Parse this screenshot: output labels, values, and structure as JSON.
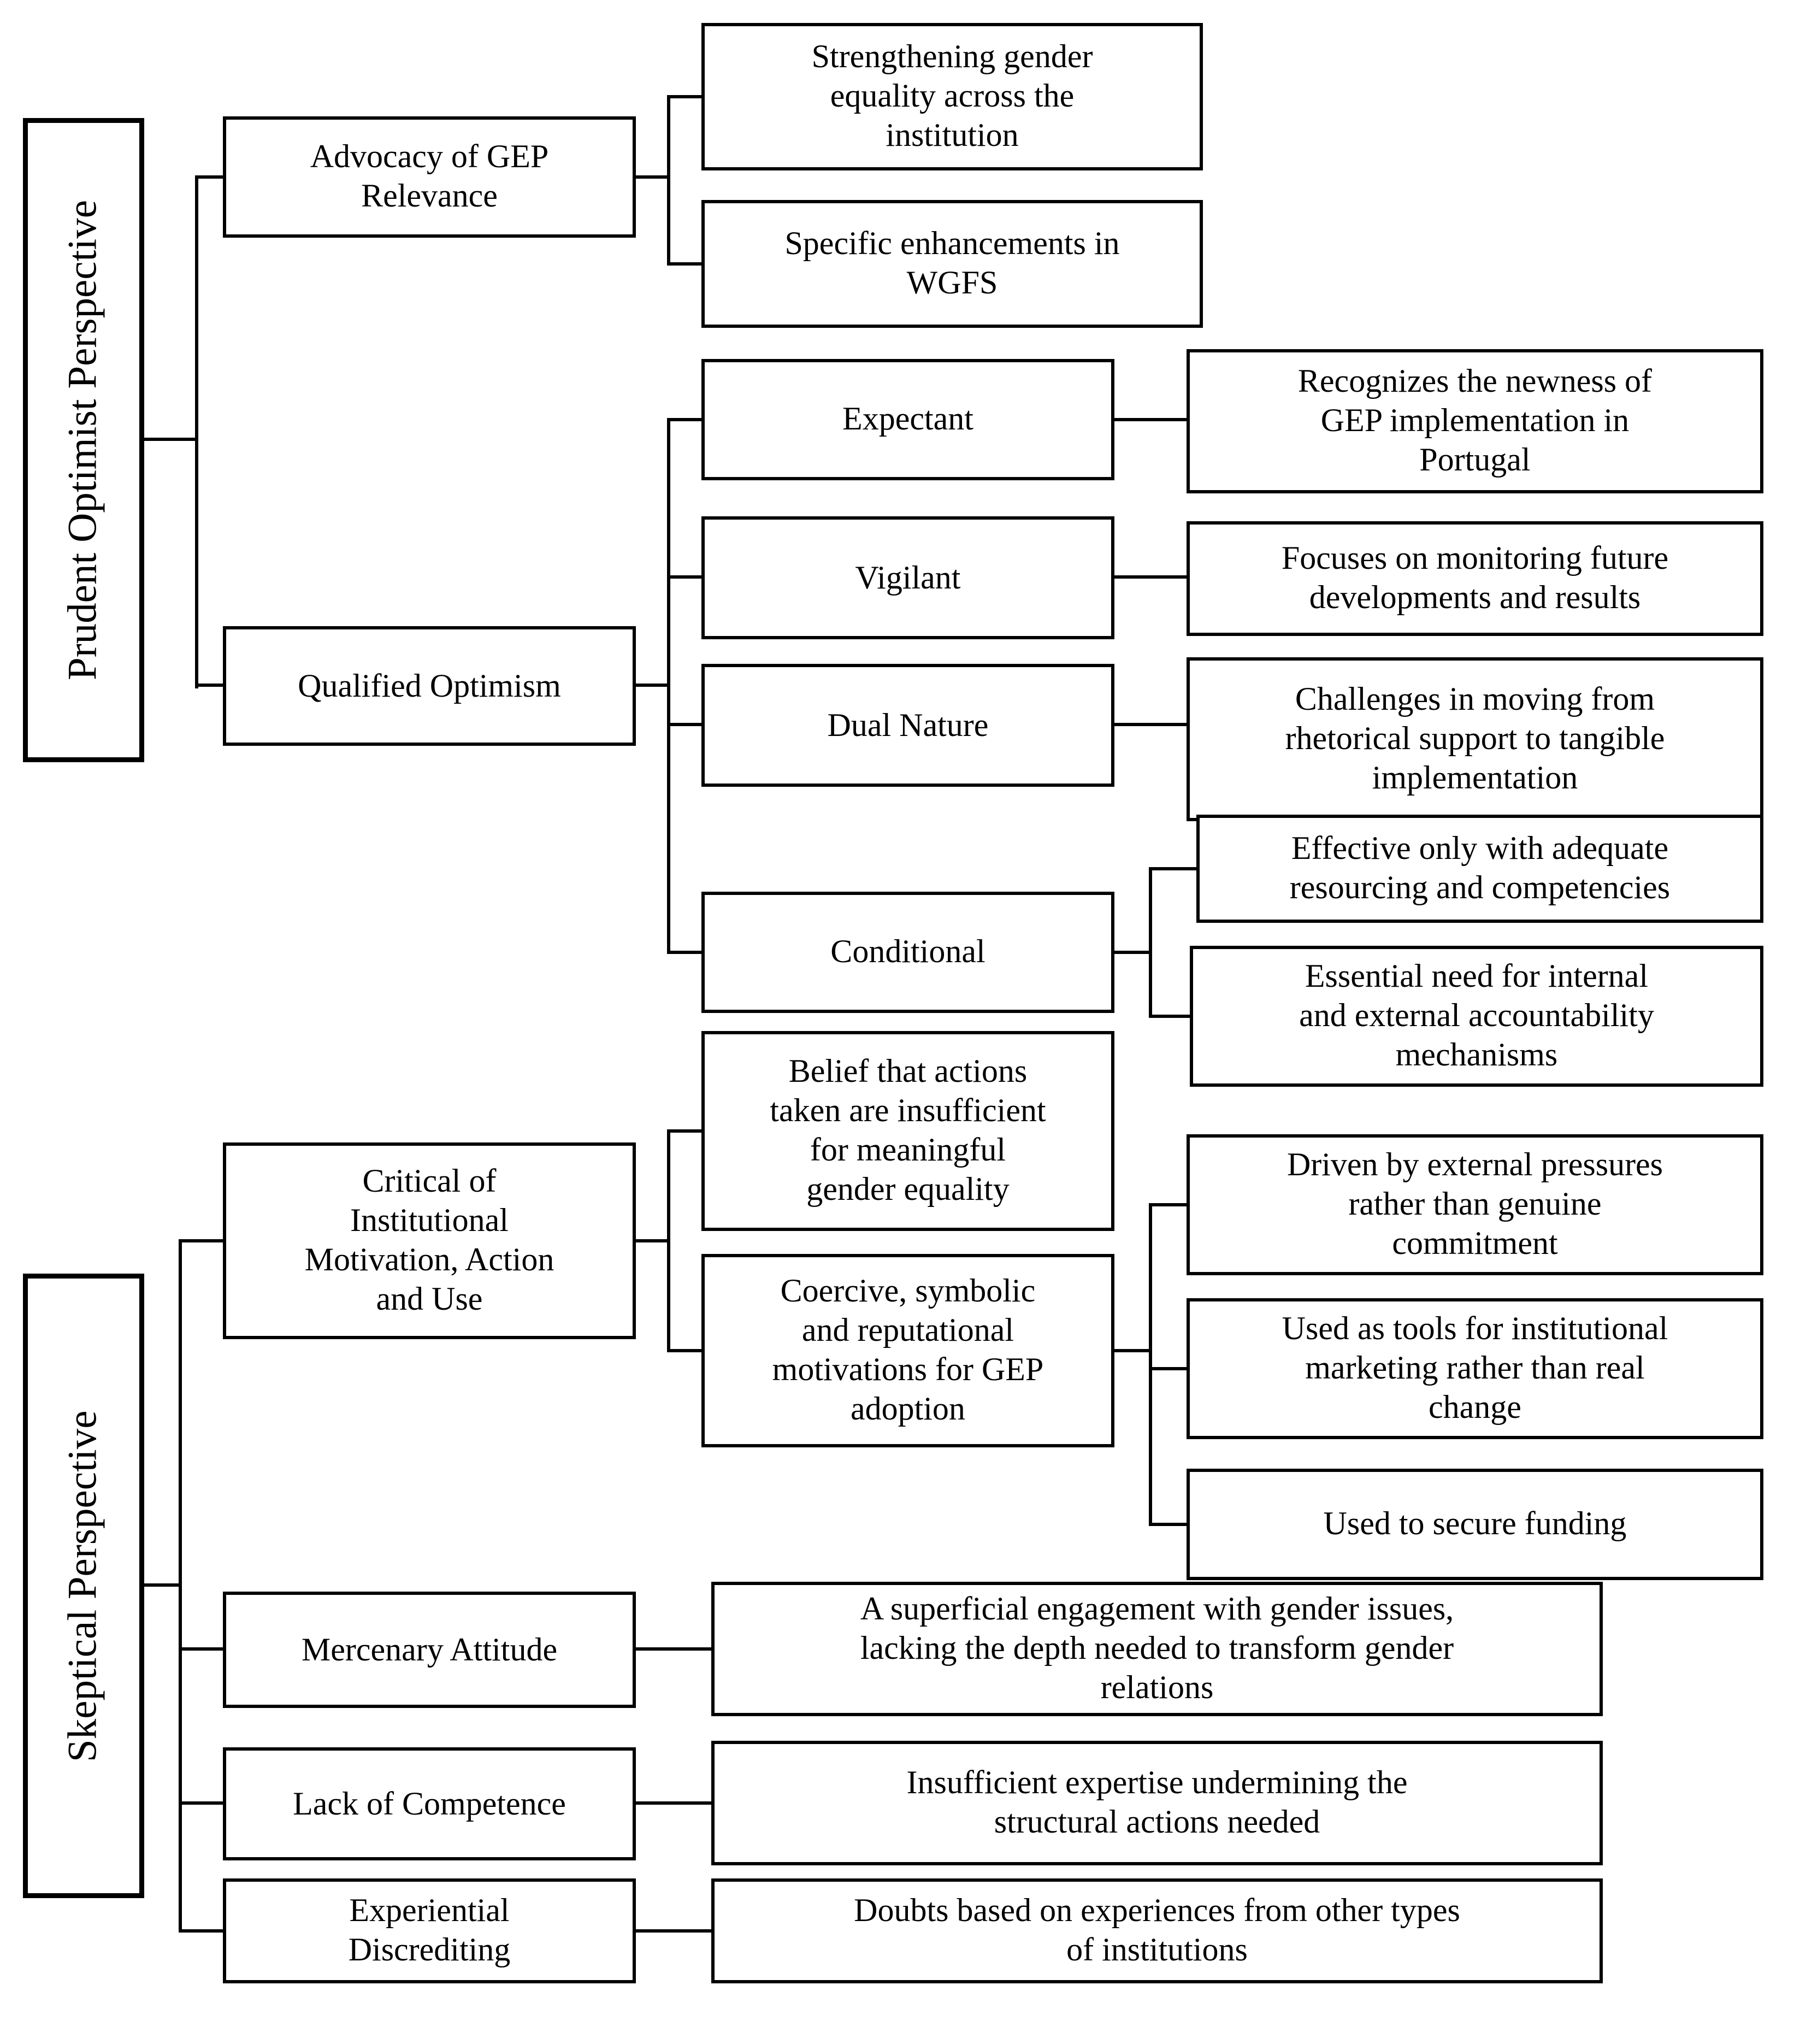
{
  "diagram": {
    "colors": {
      "line": "#000000",
      "box_border": "#000000",
      "background": "#ffffff",
      "text": "#000000"
    },
    "optimist": {
      "perspective": "Prudent Optimist Perspective",
      "advocacy": "Advocacy of GEP\nRelevance",
      "strengthening": "Strengthening gender\nequality across the\ninstitution",
      "specific": "Specific enhancements in\nWGFS",
      "qualified": "Qualified Optimism",
      "expectant": "Expectant",
      "recognizes": "Recognizes the newness of\nGEP implementation in\nPortugal",
      "vigilant": "Vigilant",
      "focuses": "Focuses on monitoring future\ndevelopments and results",
      "dual": "Dual Nature",
      "challenges": "Challenges in moving from\nrhetorical support to tangible\nimplementation",
      "conditional": "Conditional",
      "effective": "Effective only with adequate\nresourcing and competencies",
      "essential": "Essential need for internal\nand external accountability\nmechanisms"
    },
    "skeptical": {
      "perspective": "Skeptical Perspective",
      "critical": "Critical of\nInstitutional\nMotivation, Action\nand Use",
      "belief": "Belief that actions\ntaken are insufficient\nfor meaningful\ngender equality",
      "coercive": "Coercive, symbolic\nand reputational\nmotivations for GEP\nadoption",
      "driven": "Driven by external pressures\nrather than genuine\ncommitment",
      "used_tools": "Used as tools for institutional\nmarketing rather than real\nchange",
      "funding": "Used to secure funding",
      "mercenary": "Mercenary Attitude",
      "superficial": "A superficial engagement with gender issues,\nlacking the depth needed to transform gender\nrelations",
      "lack": "Lack of Competence",
      "insufficient": "Insufficient expertise undermining the\nstructural actions needed",
      "experiential": "Experiential\nDiscrediting",
      "doubts": "Doubts based on experiences from other types\nof institutions"
    }
  }
}
